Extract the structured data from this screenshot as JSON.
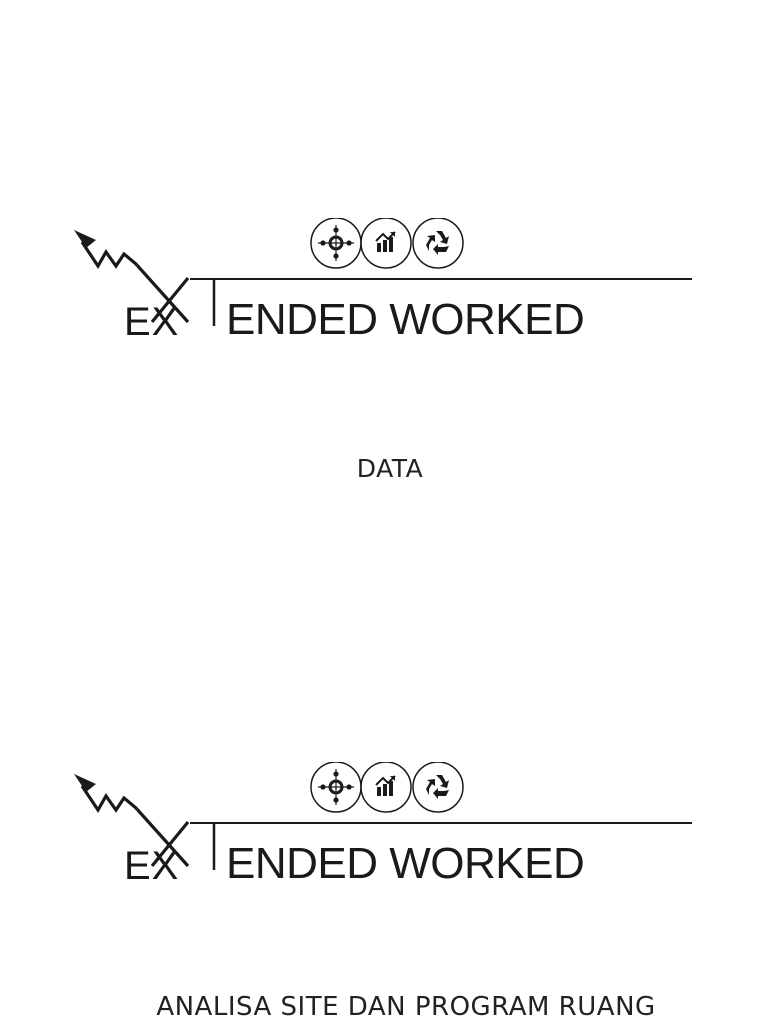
{
  "blocks": [
    {
      "logo": {
        "prefix": "EX",
        "wordmark": "ENDED WORKED",
        "icons": [
          "people-network-icon",
          "growth-chart-icon",
          "recycle-icon"
        ]
      },
      "label": "DATA"
    },
    {
      "logo": {
        "prefix": "EX",
        "wordmark": "ENDED WORKED",
        "icons": [
          "people-network-icon",
          "growth-chart-icon",
          "recycle-icon"
        ]
      },
      "label": "ANALISA SITE DAN PROGRAM RUANG"
    }
  ],
  "colors": {
    "ink": "#1a1a1a",
    "background": "#ffffff"
  }
}
